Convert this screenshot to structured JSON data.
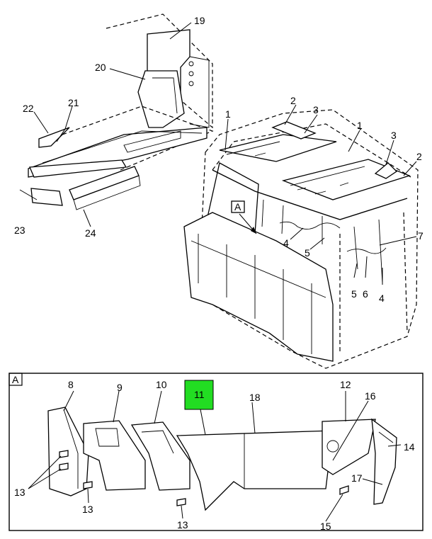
{
  "callouts": {
    "p1a": "1",
    "p1b": "1",
    "p2a": "2",
    "p2b": "2",
    "p3a": "3",
    "p3b": "3",
    "p4a": "4",
    "p4b": "4",
    "p5a": "5",
    "p5b": "5",
    "p6": "6",
    "p7": "7",
    "p8": "8",
    "p9": "9",
    "p10": "10",
    "p11": "11",
    "p12": "12",
    "p13a": "13",
    "p13b": "13",
    "p13c": "13",
    "p14": "14",
    "p15": "15",
    "p16": "16",
    "p17": "17",
    "p18": "18",
    "p19": "19",
    "p20": "20",
    "p21": "21",
    "p22": "22",
    "p23": "23",
    "p24": "24"
  },
  "view_label_top": "A",
  "view_label_detail": "A",
  "highlight_color": "#22dd22"
}
